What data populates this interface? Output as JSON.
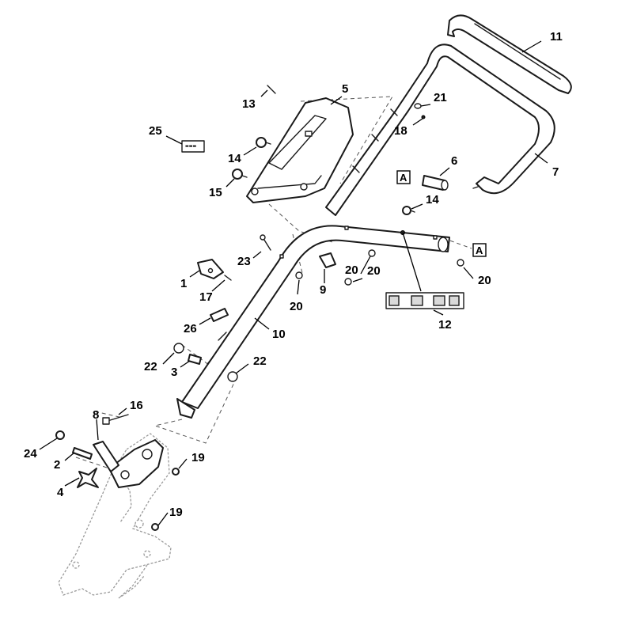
{
  "callouts": {
    "c1": "1",
    "c2": "2",
    "c3": "3",
    "c4": "4",
    "c5": "5",
    "c6": "6",
    "c7": "7",
    "c8": "8",
    "c9": "9",
    "c10": "10",
    "c11": "11",
    "c12": "12",
    "c13": "13",
    "c14a": "14",
    "c14b": "14",
    "c15": "15",
    "c16": "16",
    "c17": "17",
    "c18": "18",
    "c19a": "19",
    "c19b": "19",
    "c20a": "20",
    "c20b": "20",
    "c20c": "20",
    "c20d": "20",
    "c21": "21",
    "c22a": "22",
    "c22b": "22",
    "c23": "23",
    "c24": "24",
    "c25": "25",
    "c26": "26"
  },
  "references": {
    "a1": "A",
    "a2": "A"
  },
  "colors": {
    "line": "#1a1a1a",
    "leader": "#000000",
    "ghost": "#9a9a9a",
    "background": "#ffffff"
  }
}
